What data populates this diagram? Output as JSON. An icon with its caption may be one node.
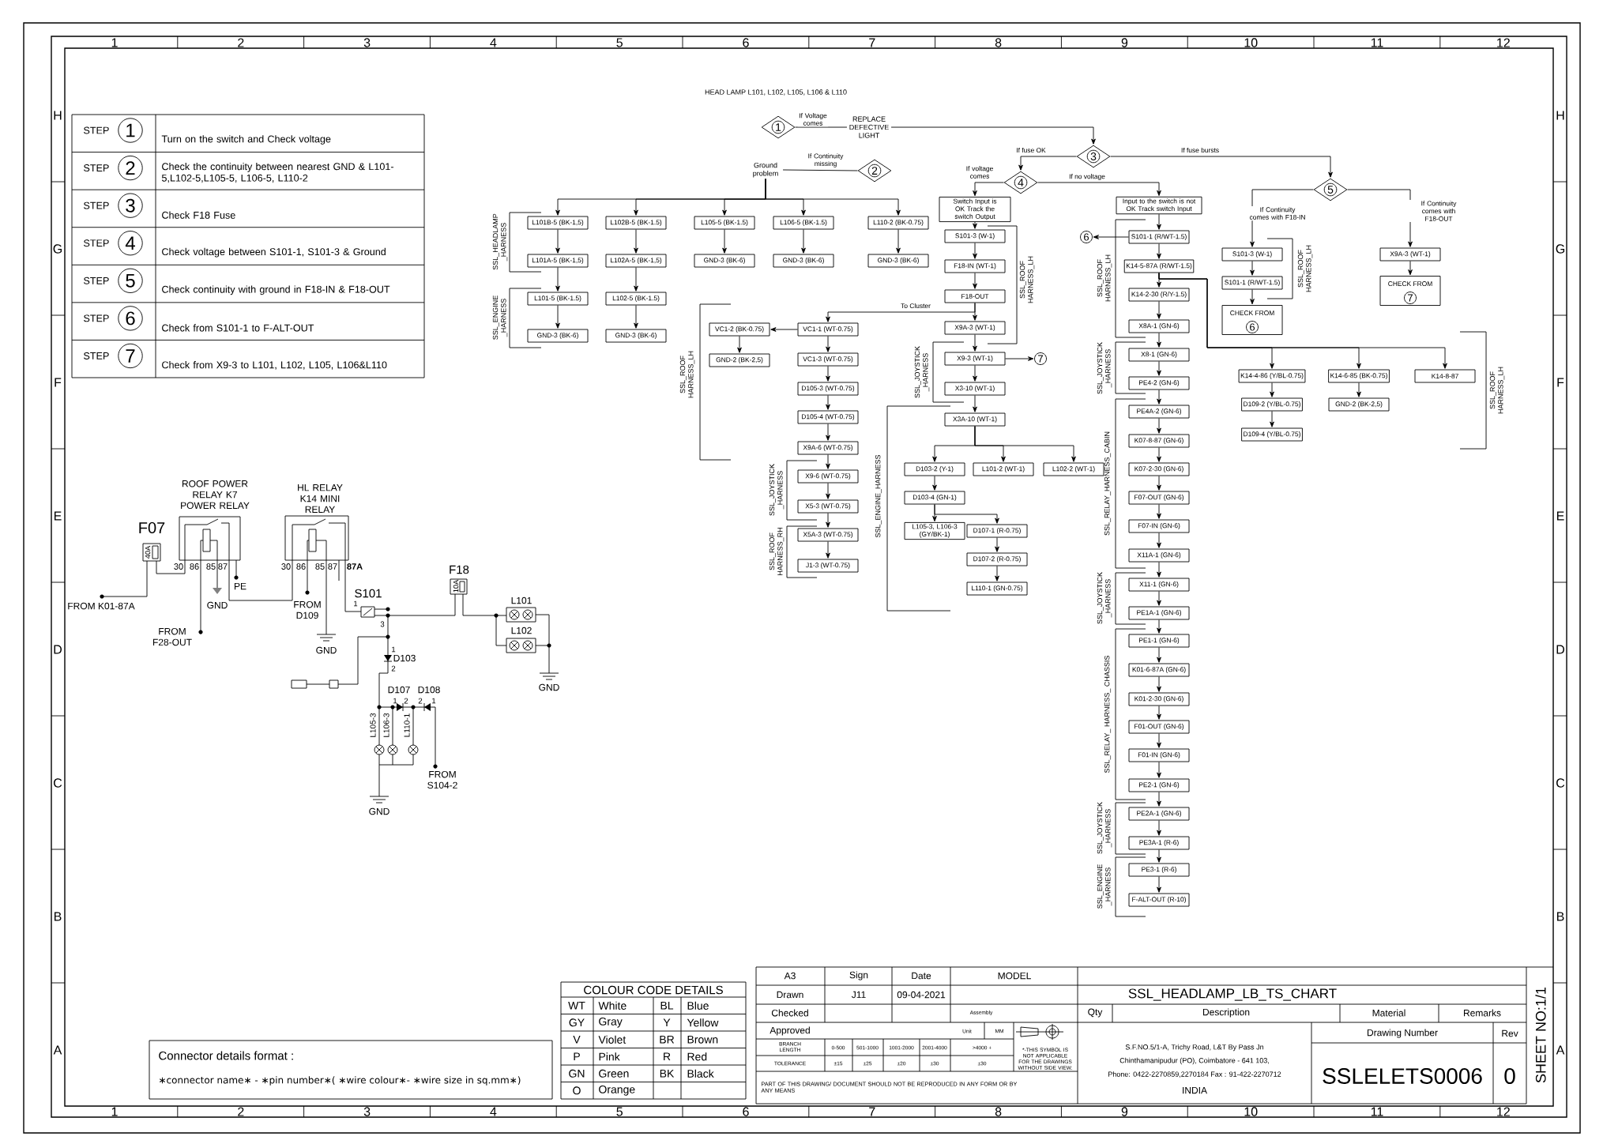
{
  "diagram": {
    "title": "HEAD LAMP L101, L102, L105, L106 & L110",
    "nodes": [
      {
        "text": [
          "1"
        ]
      },
      {
        "text": [
          "REPLACE DEFECTIVE LIGHT"
        ]
      },
      {
        "text": [
          "3"
        ]
      },
      {
        "text": [
          "2"
        ]
      },
      {
        "text": [
          "Ground problem"
        ]
      },
      {
        "text": [
          "4"
        ]
      },
      {
        "text": [
          "5"
        ]
      },
      {
        "text": [
          "Switch Input is OK Track the switch Output"
        ]
      },
      {
        "text": [
          "Input to the switch is not OK Track switch Input"
        ]
      },
      {
        "text": [
          "L101B-5 (BK-1,5)"
        ]
      },
      {
        "text": [
          "L102B-5 (BK-1.5)"
        ]
      },
      {
        "text": [
          "L105-5 (BK-1.5)"
        ]
      },
      {
        "text": [
          "L106-5 (BK-1.5)"
        ]
      },
      {
        "text": [
          "L110-2 (BK-0.75)"
        ]
      },
      {
        "text": [
          "S101-3 (W-1)"
        ]
      },
      {
        "text": [
          "S101-1 (R/WT-1.5)"
        ]
      },
      {
        "text": [
          "6"
        ]
      },
      {
        "text": [
          "S101-3 (W-1)"
        ]
      },
      {
        "text": [
          "X9A-3 (WT-1)"
        ]
      },
      {
        "text": [
          "L101A-5 (BK-1,5)"
        ]
      },
      {
        "text": [
          "L102A-5 (BK-1,5)"
        ]
      },
      {
        "text": [
          "GND-3 (BK-6)"
        ]
      },
      {
        "text": [
          "GND-3 (BK-6)"
        ]
      },
      {
        "text": [
          "GND-3 (BK-6)"
        ]
      },
      {
        "text": [
          "F18-IN (WT-1)"
        ]
      },
      {
        "text": [
          "K14-5-87A (R/WT-1.5)"
        ]
      },
      {
        "text": [
          "S101-1 (R/WT-1.5)"
        ]
      },
      {
        "text": [
          "CHECK FROM"
        ]
      },
      {
        "text": [
          "K14-2-30 (R/Y-1.5)"
        ]
      },
      {
        "text": [
          "F18-OUT"
        ]
      },
      {
        "text": [
          "L101-5 (BK-1.5)"
        ]
      },
      {
        "text": [
          "L102-5 (BK-1.5)"
        ]
      },
      {
        "text": [
          "CHECK FROM"
        ]
      },
      {
        "text": [
          "X8A-1 (GN-6)"
        ]
      },
      {
        "text": [
          "X9A-3 (WT-1)"
        ]
      },
      {
        "text": [
          "VC1-2 (BK-0.75)"
        ]
      },
      {
        "text": [
          "VC1-1 (WT-0.75)"
        ]
      },
      {
        "text": [
          "GND-3 (BK-6)"
        ]
      },
      {
        "text": [
          "GND-3 (BK-6)"
        ]
      },
      {
        "text": [
          "X8-1 (GN-6)"
        ]
      },
      {
        "text": [
          "X9-3 (WT-1)"
        ]
      },
      {
        "text": [
          "7"
        ]
      },
      {
        "text": [
          "VC1-3 (WT-0.75)"
        ]
      },
      {
        "text": [
          "GND-2 (BK-2,5)"
        ]
      },
      {
        "text": [
          "K14-4-86 (Y/BL-0.75)"
        ]
      },
      {
        "text": [
          "K14-6-85 (BK-0.75)"
        ]
      },
      {
        "text": [
          "K14-8-87"
        ]
      },
      {
        "text": [
          "PE4-2 (GN-6)"
        ]
      },
      {
        "text": [
          "X3-10 (WT-1)"
        ]
      },
      {
        "text": [
          "D105-3 (WT-0.75)"
        ]
      },
      {
        "text": [
          "D109-2 (Y/BL-0.75)"
        ]
      },
      {
        "text": [
          "GND-2 (BK-2,5)"
        ]
      },
      {
        "text": [
          "PE4A-2 (GN-6)"
        ]
      },
      {
        "text": [
          "D105-4 (WT-0.75)"
        ]
      },
      {
        "text": [
          "X3A-10 (WT-1)"
        ]
      },
      {
        "text": [
          "D109-4 (Y/BL-0.75)"
        ]
      },
      {
        "text": [
          "K07-8-87 (GN-6)"
        ]
      },
      {
        "text": [
          "X9A-6 (WT-0.75)"
        ]
      },
      {
        "text": [
          "D103-2 (Y-1)"
        ]
      },
      {
        "text": [
          "L101-2 (WT-1)"
        ]
      },
      {
        "text": [
          "L102-2 (WT-1)"
        ]
      },
      {
        "text": [
          "K07-2-30 (GN-6)"
        ]
      },
      {
        "text": [
          "X9-6 (WT-0.75)"
        ]
      },
      {
        "text": [
          "F07-OUT (GN-6)"
        ]
      },
      {
        "text": [
          "D103-4 (GN-1)"
        ]
      },
      {
        "text": [
          "X5-3 (WT-0.75)"
        ]
      },
      {
        "text": [
          "F07-IN (GN-6)"
        ]
      },
      {
        "text": [
          "L105-3, L106-3 (GY/BK-1)"
        ]
      },
      {
        "text": [
          "D107-1 (R-0.75)"
        ]
      },
      {
        "text": [
          "X5A-3 (WT-0.75)"
        ]
      },
      {
        "text": [
          "X11A-1 (GN-6)"
        ]
      },
      {
        "text": [
          "D107-2 (R-0.75)"
        ]
      },
      {
        "text": [
          "J1-3 (WT-0.75)"
        ]
      },
      {
        "text": [
          "X11-1 (GN-6)"
        ]
      },
      {
        "text": [
          "L110-1 (GN-0.75)"
        ]
      },
      {
        "text": [
          "PE1A-1 (GN-6)"
        ]
      },
      {
        "text": [
          "PE1-1 (GN-6)"
        ]
      },
      {
        "text": [
          "K01-6-87A (GN-6)"
        ]
      },
      {
        "text": [
          "K01-2-30 (GN-6)"
        ]
      },
      {
        "text": [
          "F01-OUT (GN-6)"
        ]
      },
      {
        "text": [
          "F01-IN (GN-6)"
        ]
      },
      {
        "text": [
          "PE2-1 (GN-6)"
        ]
      },
      {
        "text": [
          "PE2A-1 (GN-6)"
        ]
      },
      {
        "text": [
          "PE3A-1 (R-6)"
        ]
      },
      {
        "text": [
          "PE3-1 (R-6)"
        ]
      },
      {
        "text": [
          "F-ALT-OUT (R-10)"
        ]
      },
      {
        "text": [
          "7"
        ],
        "in": 27
      },
      {
        "text": [
          "6"
        ],
        "in": 32
      }
    ],
    "edges": [
      {
        "from": 0,
        "to": 1,
        "arrow": "none",
        "label": "If Voltage comes"
      },
      {
        "from": 1,
        "to": 2,
        "arrow": "to"
      },
      {
        "from": 3,
        "to": 4,
        "arrow": "none",
        "label": "If Continuity missing"
      },
      {
        "from": 4,
        "to": 9,
        "arrow": "to"
      },
      {
        "from": 4,
        "to": 10,
        "arrow": "to"
      },
      {
        "from": 4,
        "to": 11,
        "arrow": "to"
      },
      {
        "from": 4,
        "to": 12,
        "arrow": "to"
      },
      {
        "from": 4,
        "to": 13,
        "arrow": "to"
      },
      {
        "from": 2,
        "to": 5,
        "arrow": "to",
        "label": "If fuse OK"
      },
      {
        "from": 2,
        "to": 6,
        "arrow": "to",
        "label": "If fuse bursts"
      },
      {
        "from": 5,
        "to": 7,
        "arrow": "to",
        "label": "If voltage comes"
      },
      {
        "from": 5,
        "to": 8,
        "arrow": "to",
        "label": "If no voltage"
      },
      {
        "from": 9,
        "to": 19,
        "arrow": "to"
      },
      {
        "from": 19,
        "to": 30,
        "arrow": "to"
      },
      {
        "from": 30,
        "to": 37,
        "arrow": "to"
      },
      {
        "from": 10,
        "to": 20,
        "arrow": "to"
      },
      {
        "from": 20,
        "to": 31,
        "arrow": "to"
      },
      {
        "from": 31,
        "to": 38,
        "arrow": "to"
      },
      {
        "from": 11,
        "to": 21,
        "arrow": "to"
      },
      {
        "from": 12,
        "to": 22,
        "arrow": "to"
      },
      {
        "from": 13,
        "to": 23,
        "arrow": "to"
      },
      {
        "from": 7,
        "to": 14,
        "arrow": "to"
      },
      {
        "from": 14,
        "to": 24,
        "arrow": "to"
      },
      {
        "from": 24,
        "to": 29,
        "arrow": "to"
      },
      {
        "from": 29,
        "to": 34,
        "arrow": "to"
      },
      {
        "from": 29,
        "to": 36,
        "arrow": "to",
        "label": "To Cluster"
      },
      {
        "from": 34,
        "to": 40,
        "arrow": "to"
      },
      {
        "from": 40,
        "to": 48,
        "arrow": "to"
      },
      {
        "from": 48,
        "to": 54,
        "arrow": "to"
      },
      {
        "from": 40,
        "to": 41,
        "arrow": "to"
      },
      {
        "from": 36,
        "to": 35,
        "arrow": "to"
      },
      {
        "from": 35,
        "to": 43,
        "arrow": "to"
      },
      {
        "from": 36,
        "to": 42,
        "arrow": "to"
      },
      {
        "from": 42,
        "to": 49,
        "arrow": "to"
      },
      {
        "from": 49,
        "to": 53,
        "arrow": "to"
      },
      {
        "from": 53,
        "to": 57,
        "arrow": "to"
      },
      {
        "from": 57,
        "to": 62,
        "arrow": "to"
      },
      {
        "from": 62,
        "to": 65,
        "arrow": "to"
      },
      {
        "from": 65,
        "to": 69,
        "arrow": "to"
      },
      {
        "from": 69,
        "to": 72,
        "arrow": "to"
      },
      {
        "from": 54,
        "to": 58,
        "arrow": "to"
      },
      {
        "from": 54,
        "to": 59,
        "arrow": "to"
      },
      {
        "from": 54,
        "to": 60,
        "arrow": "to"
      },
      {
        "from": 58,
        "to": 64,
        "arrow": "to"
      },
      {
        "from": 64,
        "to": 67,
        "arrow": "to"
      },
      {
        "from": 64,
        "to": 68,
        "arrow": "to"
      },
      {
        "from": 68,
        "to": 71,
        "arrow": "to"
      },
      {
        "from": 71,
        "to": 74,
        "arrow": "to"
      },
      {
        "from": 8,
        "to": 15,
        "arrow": "to"
      },
      {
        "from": 15,
        "to": 16,
        "arrow": "to"
      },
      {
        "from": 15,
        "to": 25,
        "arrow": "to"
      },
      {
        "from": 25,
        "to": 28,
        "arrow": "to"
      },
      {
        "from": 28,
        "to": 33,
        "arrow": "to"
      },
      {
        "from": 33,
        "to": 39,
        "arrow": "to"
      },
      {
        "from": 39,
        "to": 47,
        "arrow": "to"
      },
      {
        "from": 47,
        "to": 52,
        "arrow": "to"
      },
      {
        "from": 52,
        "to": 56,
        "arrow": "to"
      },
      {
        "from": 56,
        "to": 61,
        "arrow": "to"
      },
      {
        "from": 61,
        "to": 63,
        "arrow": "to"
      },
      {
        "from": 63,
        "to": 66,
        "arrow": "to"
      },
      {
        "from": 66,
        "to": 70,
        "arrow": "to"
      },
      {
        "from": 70,
        "to": 73,
        "arrow": "to"
      },
      {
        "from": 73,
        "to": 75,
        "arrow": "to"
      },
      {
        "from": 75,
        "to": 76,
        "arrow": "to"
      },
      {
        "from": 76,
        "to": 77,
        "arrow": "to"
      },
      {
        "from": 77,
        "to": 78,
        "arrow": "to"
      },
      {
        "from": 78,
        "to": 79,
        "arrow": "to"
      },
      {
        "from": 79,
        "to": 80,
        "arrow": "to"
      },
      {
        "from": 80,
        "to": 81,
        "arrow": "to"
      },
      {
        "from": 81,
        "to": 82,
        "arrow": "to"
      },
      {
        "from": 82,
        "to": 83,
        "arrow": "to"
      },
      {
        "from": 83,
        "to": 84,
        "arrow": "to"
      },
      {
        "from": 84,
        "to": 85,
        "arrow": "to"
      },
      {
        "from": 25,
        "to": 44,
        "arrow": "to"
      },
      {
        "from": 25,
        "to": 45,
        "arrow": "to"
      },
      {
        "from": 25,
        "to": 46,
        "arrow": "to"
      },
      {
        "from": 44,
        "to": 50,
        "arrow": "to"
      },
      {
        "from": 50,
        "to": 55,
        "arrow": "to"
      },
      {
        "from": 45,
        "to": 51,
        "arrow": "to"
      },
      {
        "from": 6,
        "to": 17,
        "arrow": "to",
        "label": "If Continuity comes with F18-IN"
      },
      {
        "from": 17,
        "to": 26,
        "arrow": "to"
      },
      {
        "from": 26,
        "to": 32,
        "arrow": "to"
      },
      {
        "from": 6,
        "to": 18,
        "arrow": "to",
        "label": "If Continuity comes with F18-OUT"
      },
      {
        "from": 18,
        "to": 27,
        "arrow": "to"
      }
    ],
    "labels": [
      "1",
      "2",
      "3",
      "4",
      "5",
      "6",
      "7",
      "8",
      "9",
      "10",
      "11",
      "12",
      "H",
      "G",
      "F",
      "E",
      "D",
      "C",
      "B",
      "A",
      "H",
      "G",
      "F",
      "E",
      "D",
      "C",
      "B",
      "A",
      "1",
      "2",
      "3",
      "4",
      "5",
      "6",
      "7",
      "8",
      "9",
      "10",
      "11",
      "12",
      "STEP",
      "1",
      "Turn on the switch and Check voltage",
      "STEP",
      "2",
      "Check the continuity between nearest GND & L101-5,L102-5,L105-5, L106-5, L110-2",
      "STEP",
      "3",
      "Check F18 Fuse",
      "STEP",
      "4",
      "Check voltage between S101-1, S101-3 & Ground",
      "STEP",
      "5",
      "Check continuity with ground in F18-IN & F18-OUT",
      "STEP",
      "6",
      "Check from S101-1 to F-ALT-OUT",
      "STEP",
      "7",
      "Check from X9-3 to L101, L102, L105, L106&L110",
      "SSL_HEADLAMP _HARNESS",
      "SSL_ENGINE _HARNESS",
      "SSL_ROOF HARNESS_LH",
      "SSL_JOYSTICK _HARNESS",
      "SSL_ROOF HARNESS_RH",
      "SSL_ENGINE_HARNESS",
      "SSL_JOYSTICK _HARNESS",
      "SSL_ROOF HARNESS_LH",
      "SSL_ROOF HARNESS_LH",
      "SSL_JOYSTICK _HARNESS",
      "SSL_RELAY_HARNESS_CABIN",
      "SSL_JOYSTICK _HARNESS",
      "SSL_RELAY_ HARNESS_ CHASSIS",
      "SSL_JOYSTICK _HARNESS",
      "SSL_ENGINE _HARNESS",
      "SSL_ROOF HARNESS_LH",
      "SSL_ROOF HARNESS_LH",
      "ROOF POWER RELAY K7 POWER RELAY",
      "HL RELAY K14 MINI RELAY",
      "F07",
      "40A",
      "30",
      "86",
      "85",
      "87",
      "30",
      "86",
      "85",
      "87",
      "87A",
      "PE",
      "FROM K01-87A",
      "GND",
      "FROM F28-OUT",
      "FROM D109",
      "GND",
      "S101",
      "1",
      "3",
      "F18",
      "10A",
      "L101",
      "L102",
      "D103",
      "1",
      "2",
      "D107",
      "D108",
      "GND",
      "1",
      "2",
      "2",
      "1",
      "L105-3",
      "L106-3",
      "L110-1",
      "FROM S104-2",
      "GND",
      "COLOUR CODE DETAILS",
      "WT",
      "White",
      "BL",
      "Blue",
      "GY",
      "Gray",
      "Y",
      "Yellow",
      "V",
      "Violet",
      "BR",
      "Brown",
      "P",
      "Pink",
      "R",
      "Red",
      "GN",
      "Green",
      "BK",
      "Black",
      "O",
      "Orange",
      "Connector details format :",
      "∗connector name∗ - ∗pin number∗( ∗wire colour∗- ∗wire size in sq.mm∗)",
      "A3",
      "Sign",
      "Date",
      "MODEL",
      "Drawn",
      "J11",
      "09-04-2021",
      "SSL_HEADLAMP_LB_TS_CHART",
      "Checked",
      "Assembly",
      "Qty",
      "Description",
      "Material",
      "Remarks",
      "Approved",
      "Unit",
      "MM",
      "BRANCH LENGTH",
      "0-500",
      "501-1000",
      "1001-2000",
      "2001-4000",
      ">4000 +",
      "TOLERANCE",
      "±15",
      "±25",
      "±20",
      "±30",
      "±30",
      "*-THIS SYMBOL IS NOT APPLICABLE FOR THE DRAWINGS WITHOUT SIDE VIEW.",
      "S.F.NO.5/1-A, Trichy Road, L&T By Pass Jn",
      "Chinthamanipudur (PO), Coimbatore - 641 103,",
      "Phone: 0422-2270859,2270184 Fax : 91-422-2270712",
      "INDIA",
      "PART OF THIS DRAWING/ DOCUMENT SHOULD NOT BE REPRODUCED IN ANY FORM OR BY ANY MEANS",
      "Drawing Number",
      "Rev",
      "SSLELETS0006",
      "0",
      "SHEET NO:1/1"
    ]
  }
}
